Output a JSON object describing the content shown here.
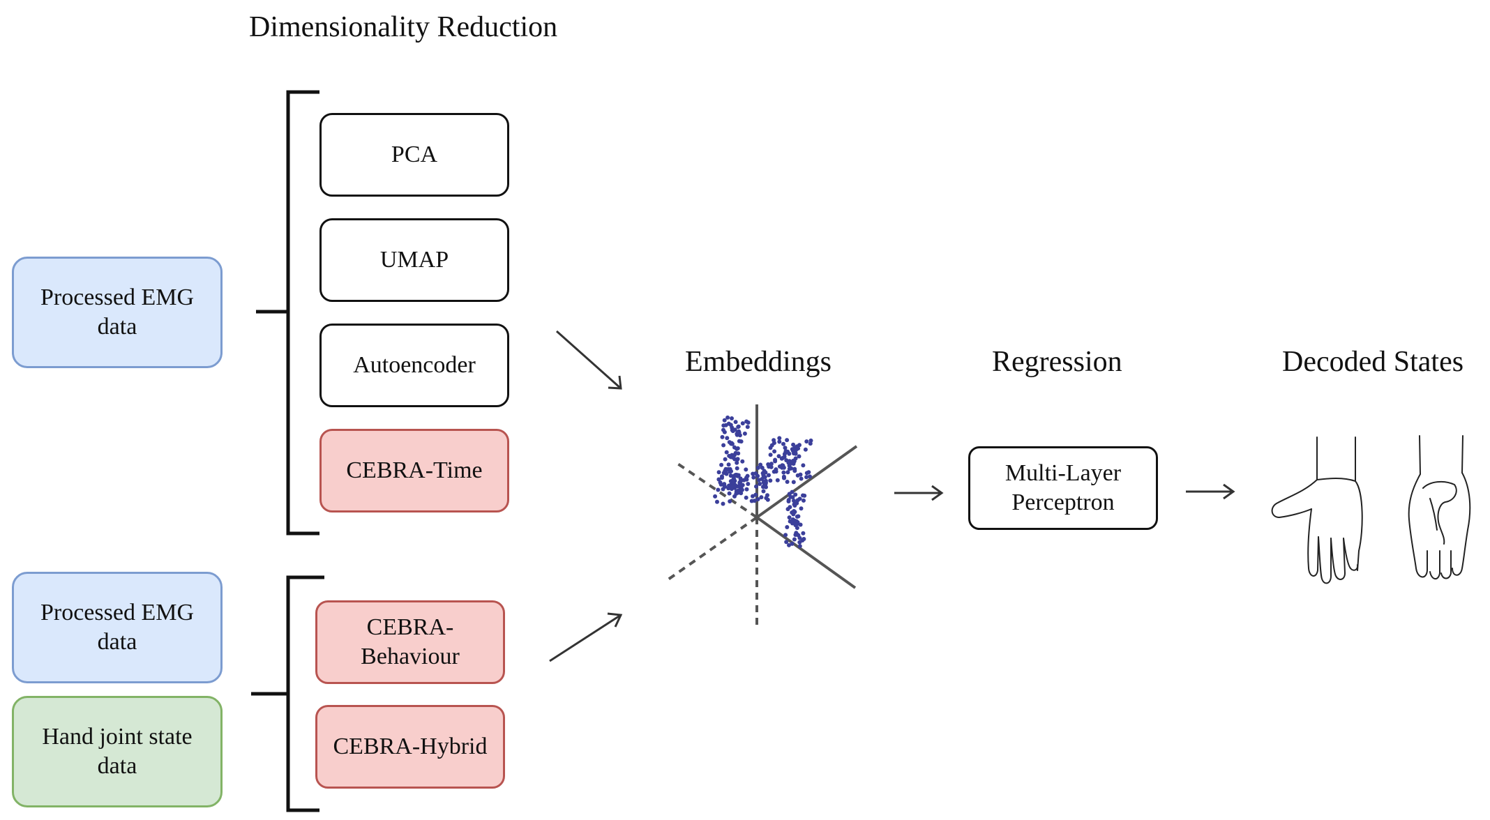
{
  "headings": {
    "dimensionality_reduction": "Dimensionality Reduction",
    "embeddings": "Embeddings",
    "regression": "Regression",
    "decoded_states": "Decoded States"
  },
  "inputs": {
    "emg_top": {
      "line1": "Processed EMG",
      "line2": "data"
    },
    "emg_bottom": {
      "line1": "Processed EMG",
      "line2": "data"
    },
    "hand_joint": {
      "line1": "Hand joint state",
      "line2": "data"
    }
  },
  "methods_unsupervised": [
    {
      "label": "PCA"
    },
    {
      "label": "UMAP"
    },
    {
      "label": "Autoencoder"
    },
    {
      "label": "CEBRA-Time"
    }
  ],
  "methods_supervised": [
    {
      "line1": "CEBRA-",
      "line2": "Behaviour"
    },
    {
      "line1": "CEBRA-Hybrid",
      "line2": ""
    }
  ],
  "regression_model": {
    "line1": "Multi-Layer",
    "line2": "Perceptron"
  },
  "colors": {
    "emg_fill": "#dae8fc",
    "hand_fill": "#d5e8d4",
    "cebra_fill": "#f8cecc",
    "embedding_points": "#3b3f9a"
  },
  "icons": [
    "bracket-icon",
    "arrow-icon",
    "embedding-axes-icon",
    "hand-open-icon",
    "hand-closed-icon"
  ]
}
